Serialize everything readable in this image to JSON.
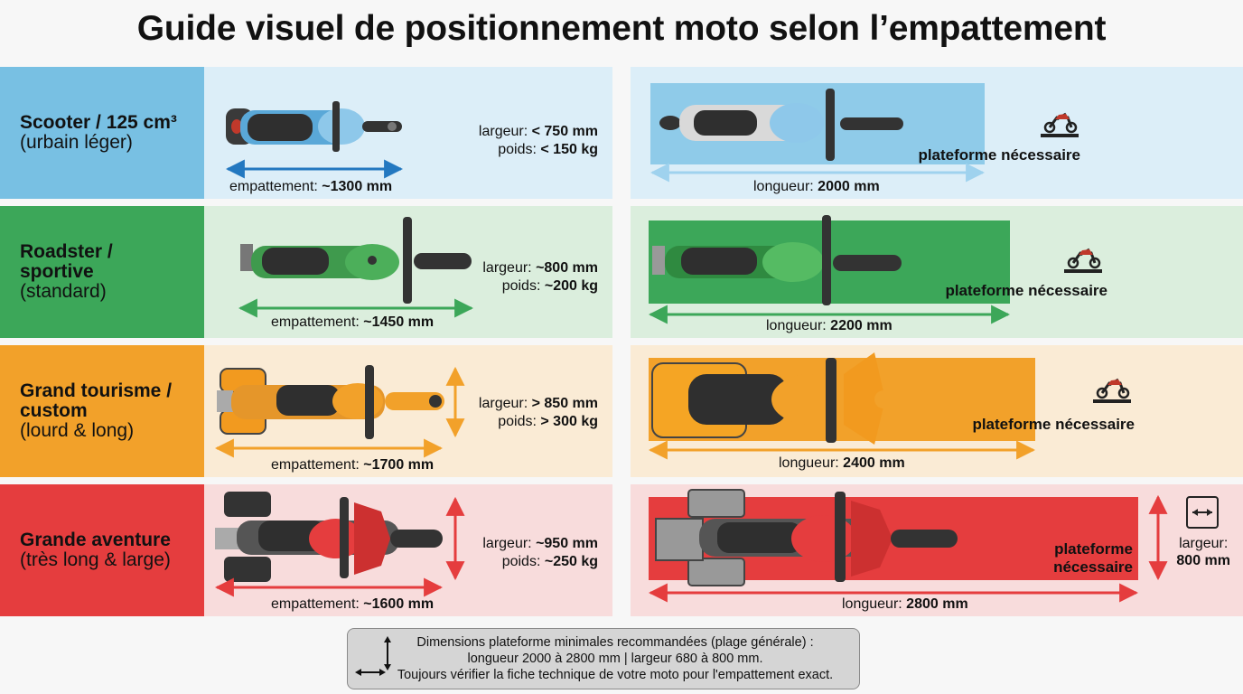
{
  "title": "Guide visuel de positionnement moto selon l’empattement",
  "colors": {
    "blue": "#78c0e3",
    "blue_light": "#dceef8",
    "blue_arrow": "#2378c0",
    "green": "#3ca759",
    "green_light": "#dbeedd",
    "orange": "#f2a12a",
    "orange_light": "#faebd5",
    "red": "#e53d3e",
    "red_light": "#f8dcdc",
    "bike_body": "#333333"
  },
  "rows": [
    {
      "title": "Scooter / 125 cm³",
      "subtitle": "(urbain léger)",
      "wheelbase_prefix": "empattement: ",
      "wheelbase_value": "~1300 mm",
      "width_label": "largeur: ",
      "width_value": "< 750 mm",
      "weight_label": "poids: ",
      "weight_value": "< 150 kg",
      "length_prefix": "longueur: ",
      "length_value": "2000 mm",
      "platform": "plateforme nécessaire",
      "icon": "motorcycle-on-platform-icon"
    },
    {
      "title": "Roadster / sportive",
      "subtitle": "(standard)",
      "wheelbase_prefix": "empattement: ",
      "wheelbase_value": "~1450 mm",
      "width_label": "largeur: ",
      "width_value": "~800 mm",
      "weight_label": "poids: ",
      "weight_value": "~200 kg",
      "length_prefix": "longueur: ",
      "length_value": "2200 mm",
      "platform": "plateforme nécessaire",
      "icon": "motorcycle-on-platform-icon"
    },
    {
      "title": "Grand tourisme / custom",
      "subtitle": "(lourd & long)",
      "wheelbase_prefix": "empattement: ",
      "wheelbase_value": "~1700 mm",
      "width_label": "largeur: ",
      "width_value": "> 850 mm",
      "weight_label": "poids: ",
      "weight_value": "> 300 kg",
      "length_prefix": "longueur: ",
      "length_value": "2400 mm",
      "platform": "plateforme nécessaire",
      "icon": "motorcycle-on-platform-icon"
    },
    {
      "title": "Grande aventure",
      "subtitle": "(très long & large)",
      "wheelbase_prefix": "empattement: ",
      "wheelbase_value": "~1600 mm",
      "width_label": "largeur: ",
      "width_value": "~950 mm",
      "weight_label": "poids: ",
      "weight_value": "~250 kg",
      "length_prefix": "longueur: ",
      "length_value": "2800 mm",
      "platform_line1": "plateforme",
      "platform_line2": "nécessaire",
      "side_width_label": "largeur:",
      "side_width_value": "800 mm",
      "icon": "width-arrow-icon"
    }
  ],
  "footer": {
    "line1": "Dimensions plateforme minimales recommandées (plage générale) :",
    "line2": "longueur 2000 à 2800 mm | largeur 680 à 800 mm.",
    "line3": "Toujours vérifier la fiche technique de votre moto pour l'empattement exact.",
    "icon": "dimension-arrows-icon"
  }
}
